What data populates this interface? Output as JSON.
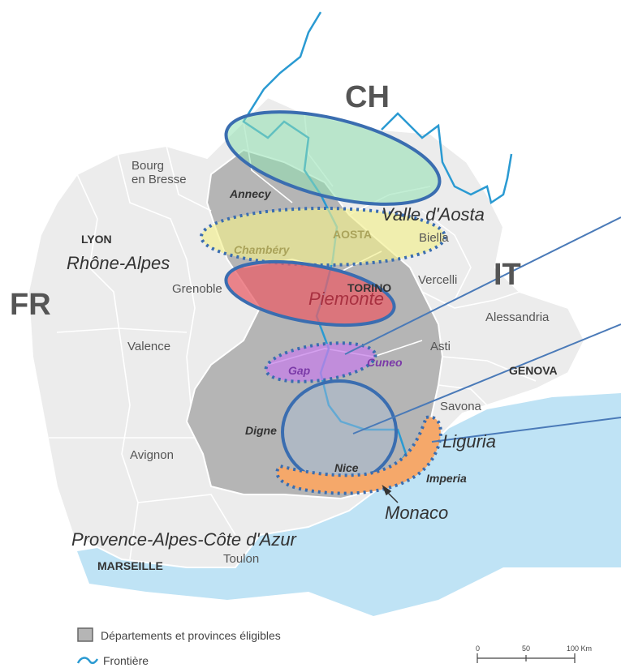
{
  "countries": {
    "ch": "CH",
    "it": "IT",
    "fr": "FR"
  },
  "regions": {
    "rhone_alpes": "Rhône-Alpes",
    "valle_aosta": "Valle d'Aosta",
    "piemonte": "Piemonte",
    "liguria": "Liguria",
    "paca": "Provence-Alpes-Côte d'Azur",
    "monaco": "Monaco"
  },
  "cities": {
    "bourg": "Bourg",
    "en_bresse": "en Bresse",
    "annecy": "Annecy",
    "lyon": "LYON",
    "chambery": "Chambéry",
    "aosta": "AOSTA",
    "biella": "Biella",
    "vercelli": "Vercelli",
    "grenoble": "Grenoble",
    "torino": "TORINO",
    "alessandria": "Alessandria",
    "valence": "Valence",
    "asti": "Asti",
    "gap": "Gap",
    "cuneo": "Cuneo",
    "genova": "GENOVA",
    "savona": "Savona",
    "digne": "Digne",
    "avignon": "Avignon",
    "nice": "Nice",
    "imperia": "Imperia",
    "toulon": "Toulon",
    "marseille": "MARSEILLE"
  },
  "legend": {
    "eligible": "Départements et provinces éligibles",
    "border": "Frontière"
  },
  "scale": {
    "ticks": [
      "0",
      "50",
      "100 Km"
    ]
  },
  "colors": {
    "land": "#ececec",
    "eligible": "#b5b5b5",
    "sea": "#bfe3f5",
    "border": "#2a9ad2",
    "outline": "#3a6db0",
    "green": "#8fe0b0",
    "yellow": "#f3ef8e",
    "red": "#e8606a",
    "violet": "#c680e8",
    "orange": "#f5a86a"
  }
}
